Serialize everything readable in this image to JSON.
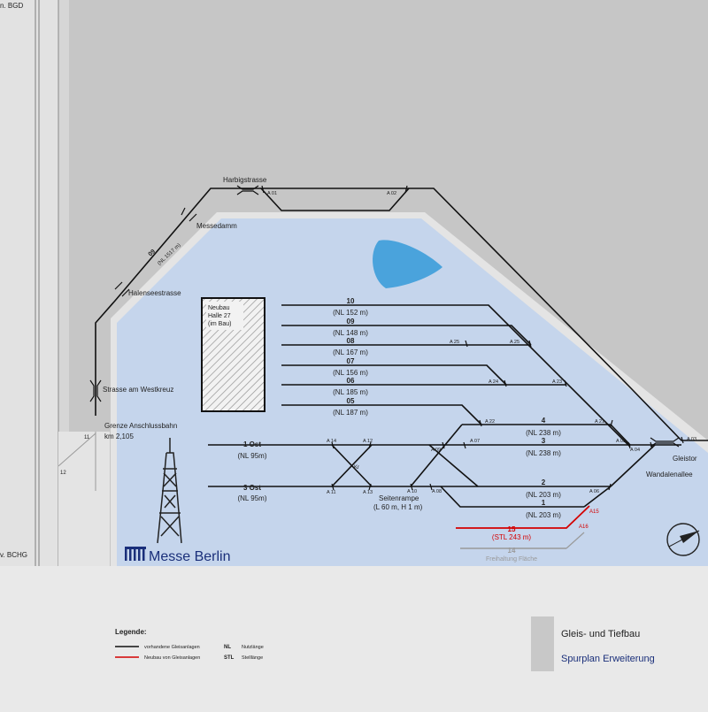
{
  "colors": {
    "page": "#e9e9e9",
    "gray_area": "#c6c6c6",
    "fairground": "#c5d5ec",
    "border": "#e4e4e4",
    "lake": "#4aa3dc",
    "track": "#111111",
    "new_track": "#d40000",
    "reserved": "#9a9a9a",
    "brand": "#1a2f7a"
  },
  "labels": {
    "bgd": "n. BGD",
    "bchg": "v. BCHG",
    "harbig": "Harbigstrasse",
    "messedamm": "Messedamm",
    "track09": "09",
    "track09_nl": "(NL 1517 m)",
    "halensee": "Halenseestrasse",
    "westkreuz": "Strasse am Westkreuz",
    "grenze": "Grenze Anschlussbahn",
    "km": "km 2,105",
    "n11": "11",
    "n12": "12",
    "building": [
      "Neubau",
      "Halle 27",
      "(im Bau)"
    ],
    "gleistor": "Gleistor",
    "wandalen": "Wandalenallee",
    "seitenrampe": "Seitenrampe",
    "rampe_dim": "(L 60 m, H 1 m)",
    "kr": "Kr",
    "ost1": "1 Ost",
    "ost1_nl": "(NL 95m)",
    "ost3": "3 Ost",
    "ost3_nl": "(NL 95m)"
  },
  "tracks": [
    {
      "name": "10",
      "nl": "(NL 152 m)"
    },
    {
      "name": "09",
      "nl": "(NL 148 m)"
    },
    {
      "name": "08",
      "nl": "(NL 167 m)"
    },
    {
      "name": "07",
      "nl": "(NL 156 m)"
    },
    {
      "name": "06",
      "nl": "(NL 185 m)"
    },
    {
      "name": "05",
      "nl": "(NL 187 m)"
    },
    {
      "name": "4",
      "nl": "(NL 238 m)"
    },
    {
      "name": "3",
      "nl": "(NL 238 m)"
    },
    {
      "name": "2",
      "nl": "(NL 203 m)"
    },
    {
      "name": "1",
      "nl": "(NL 203 m)"
    }
  ],
  "new_track": {
    "name": "15",
    "stl": "(STL 243 m)"
  },
  "reserved_track": {
    "name": "14",
    "note": "Freihaltung Fläche"
  },
  "switches": [
    "A 01",
    "A 02",
    "A 25",
    "A 25",
    "A 24",
    "A 23",
    "A 22",
    "A 21",
    "A 14",
    "A 12",
    "A 07",
    "A 09",
    "A 05",
    "A 04",
    "A 03",
    "A 11",
    "A 13",
    "A 10",
    "A 08",
    "A 06",
    "A15",
    "A16"
  ],
  "logo": {
    "text": "Messe Berlin"
  },
  "legend": {
    "title": "Legende:",
    "existing": "vorhandene Gleisanlagen",
    "new": "Neubau von Gleisanlagen",
    "nl_abbr": "NL",
    "nl_text": "Nutzlänge",
    "stl_abbr": "STL",
    "stl_text": "Stelllänge"
  },
  "title_block": {
    "line1": "Gleis- und Tiefbau",
    "line2": "Spurplan Erweiterung"
  }
}
